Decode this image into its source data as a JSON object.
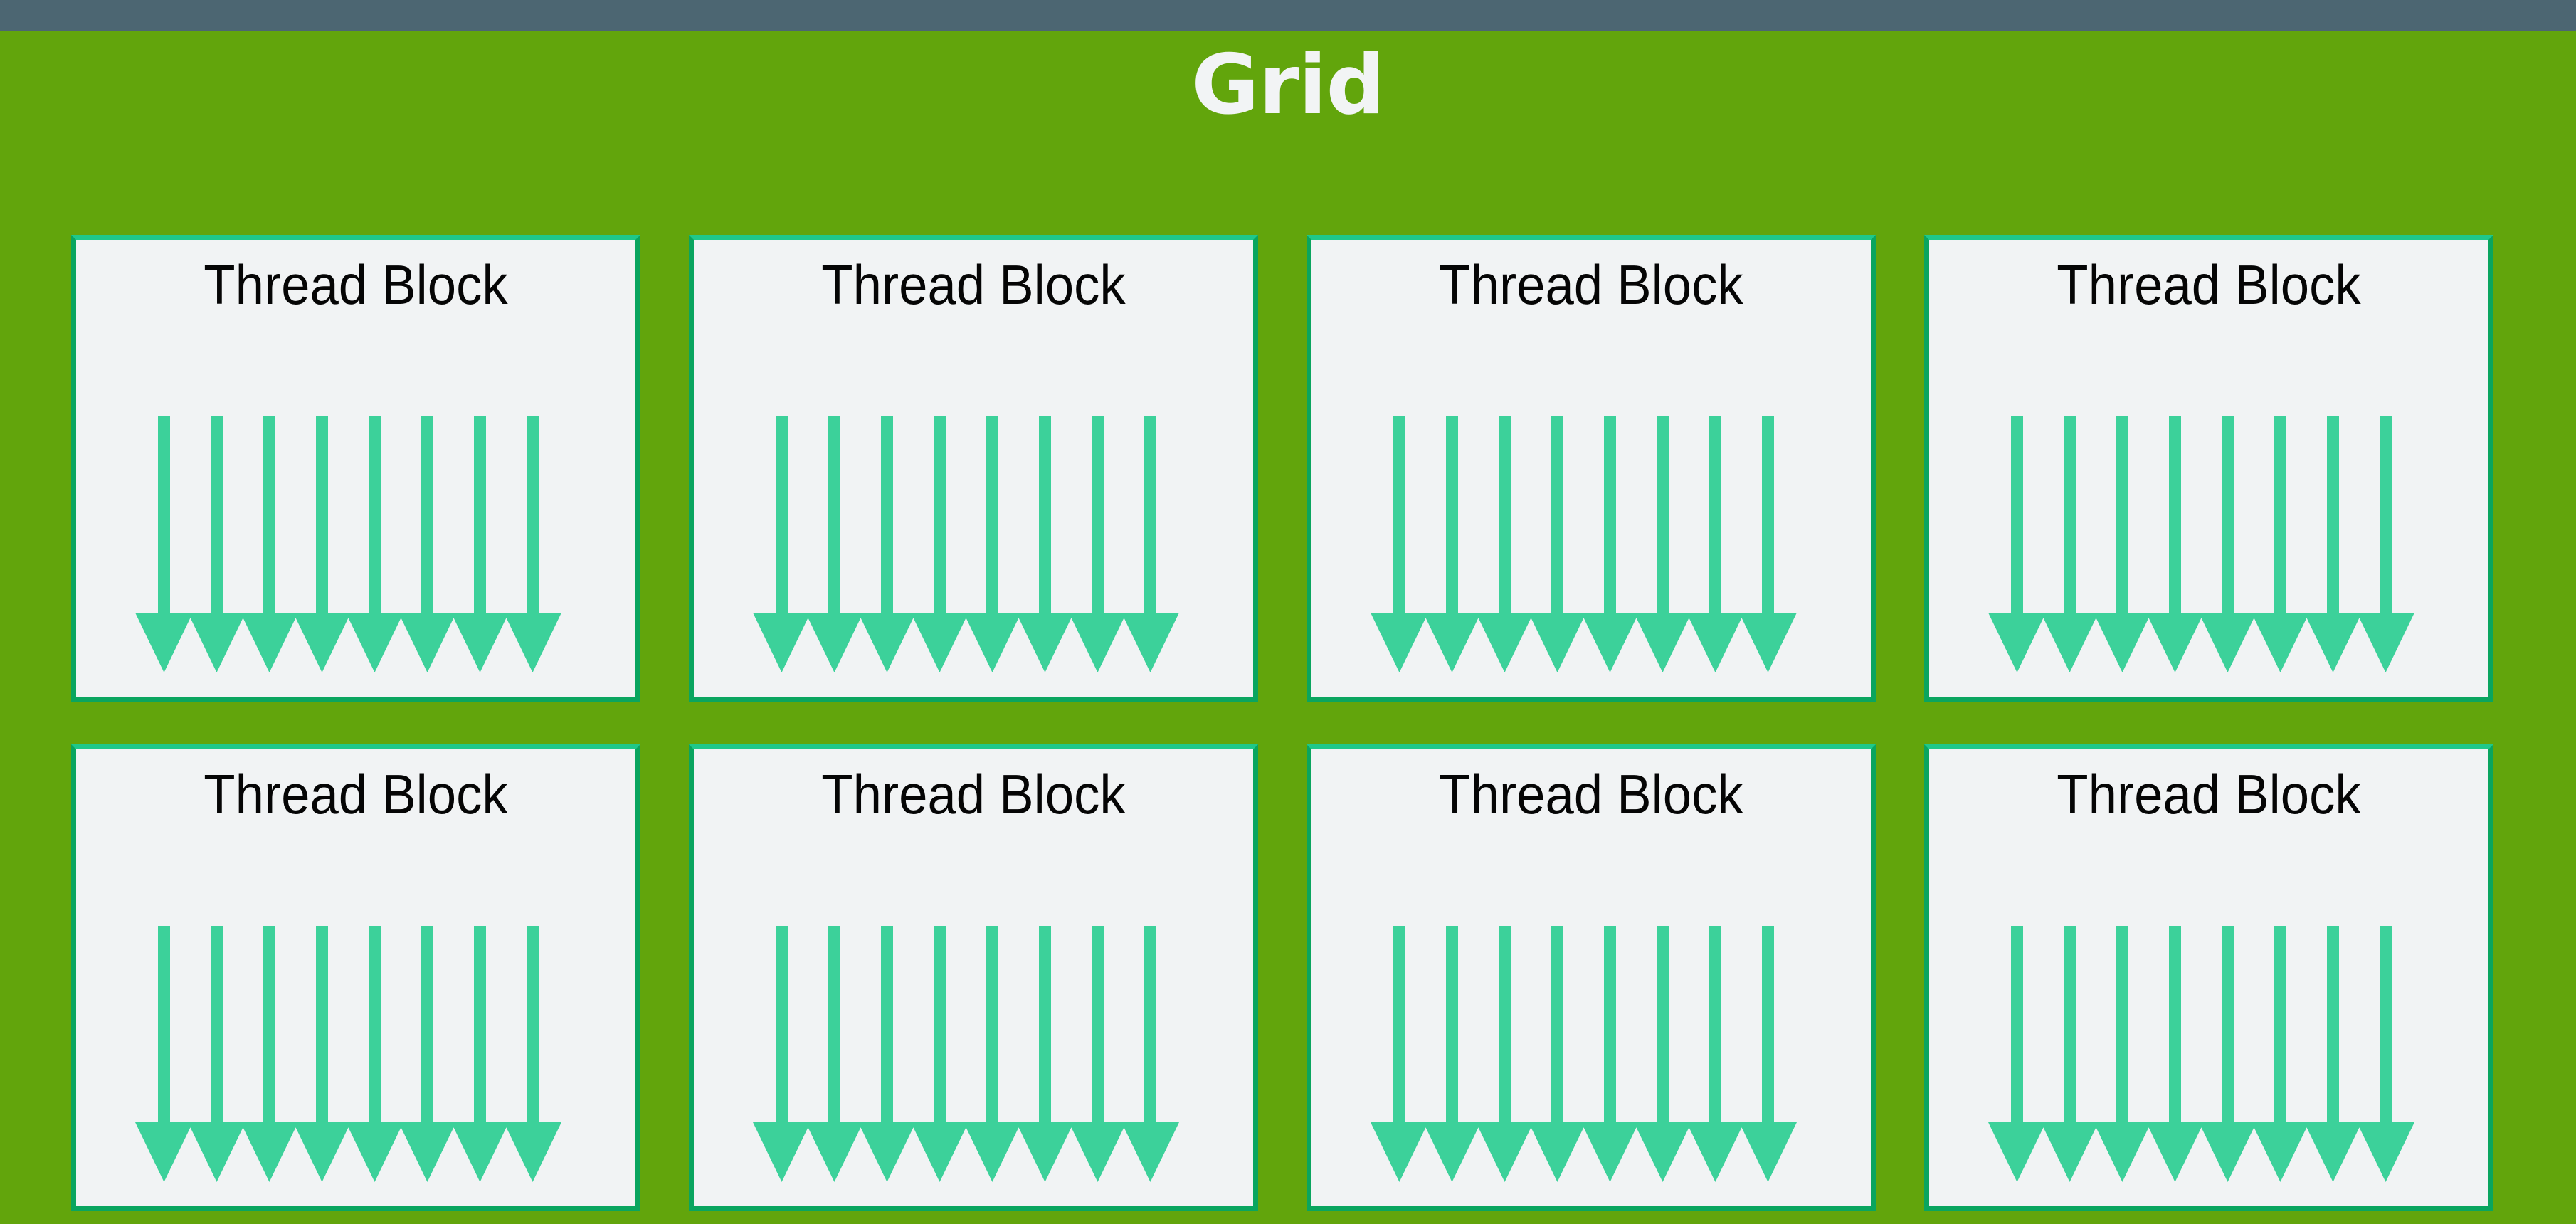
{
  "meta": {
    "domain": "Diagram",
    "subject": "CUDA execution hierarchy: a grid containing eight thread blocks, each with eight threads"
  },
  "colors": {
    "chrome_bar": "#4c6672",
    "grid_background": "#62a50c",
    "block_fill": "#f1f3f4",
    "block_border": "#0aa55f",
    "block_border_top": "#1fc88a",
    "arrow": "#3cd19a",
    "title_text": "#f2f4f5",
    "block_label_text": "#050505"
  },
  "topbar": {
    "label": ""
  },
  "grid": {
    "title": "Grid",
    "rows": 2,
    "columns": 4,
    "block_count": 8,
    "threads_per_block": 8,
    "blocks": [
      {
        "id": "block-r1c1",
        "label": "Thread Block",
        "row": 1,
        "column": 1,
        "threads": 8
      },
      {
        "id": "block-r1c2",
        "label": "Thread Block",
        "row": 1,
        "column": 2,
        "threads": 8
      },
      {
        "id": "block-r1c3",
        "label": "Thread Block",
        "row": 1,
        "column": 3,
        "threads": 8
      },
      {
        "id": "block-r1c4",
        "label": "Thread Block",
        "row": 1,
        "column": 4,
        "threads": 8
      },
      {
        "id": "block-r2c1",
        "label": "Thread Block",
        "row": 2,
        "column": 1,
        "threads": 8
      },
      {
        "id": "block-r2c2",
        "label": "Thread Block",
        "row": 2,
        "column": 2,
        "threads": 8
      },
      {
        "id": "block-r2c3",
        "label": "Thread Block",
        "row": 2,
        "column": 3,
        "threads": 8
      },
      {
        "id": "block-r2c4",
        "label": "Thread Block",
        "row": 2,
        "column": 4,
        "threads": 8
      }
    ]
  },
  "icons": {
    "thread_arrow": "down-arrow-icon"
  }
}
